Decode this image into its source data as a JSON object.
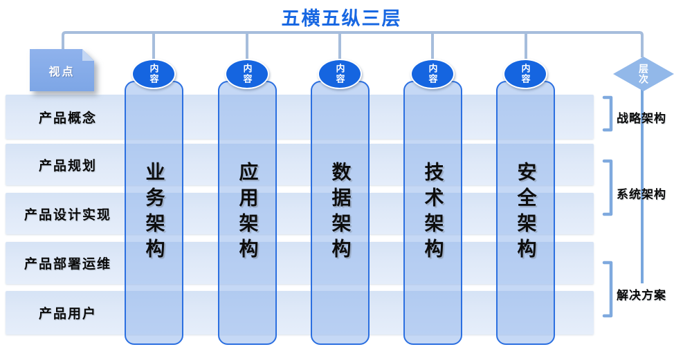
{
  "title": "五横五纵三层",
  "viewpoint": {
    "label": "视点"
  },
  "hierarchy": {
    "label": "层次"
  },
  "content_badge": {
    "label": "内容"
  },
  "rows": [
    "产品概念",
    "产品规划",
    "产品设计实现",
    "产品部署运维",
    "产品用户"
  ],
  "columns": [
    "业务架构",
    "应用架构",
    "数据架构",
    "技术架构",
    "安全架构"
  ],
  "levels": [
    "战略架构",
    "系统架构",
    "解决方案"
  ],
  "colors": {
    "title_blue": "#1767e2",
    "badge_blue": "#1565e0",
    "column_border_blue": "#2b6fe0",
    "column_fill": "rgba(140,178,235,0.5)",
    "row_fill": "#dce8f7",
    "viewpoint_fill": "#85ace8",
    "diamond_fill": "#92b8e9",
    "bracket_gray_blue": "#a6bddc",
    "level_line_blue": "#79a7de"
  }
}
